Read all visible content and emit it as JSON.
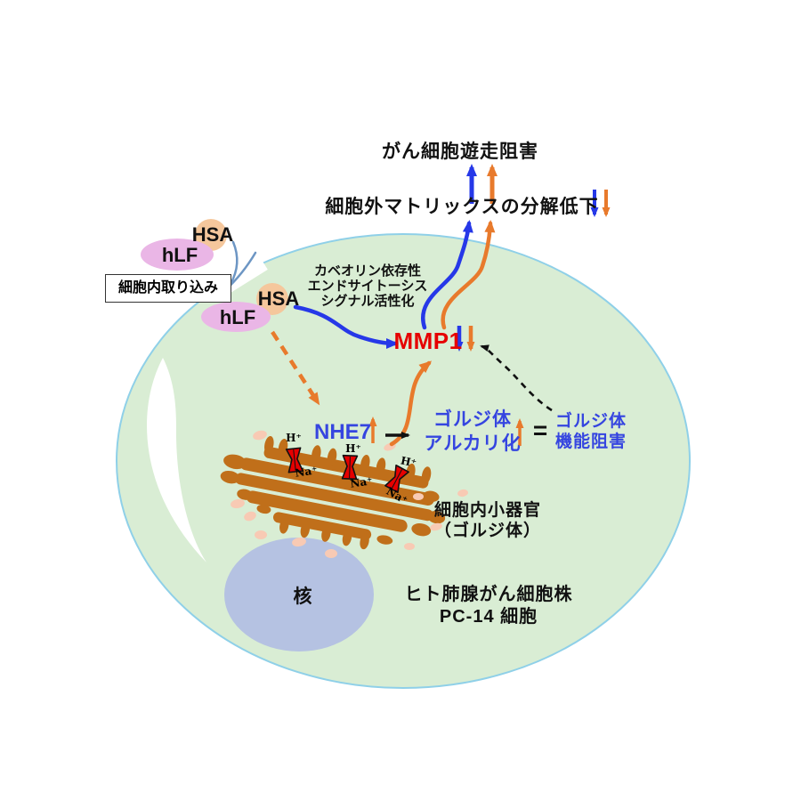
{
  "colors": {
    "blue": "#2638e8",
    "orange": "#e87a2c",
    "red": "#e60000",
    "black": "#111111",
    "text_blue": "#3545e0",
    "cell": "#d9edd4",
    "membrane": "#8fd0e8",
    "nucleus": "#b5c2e2",
    "golgi": "#c06f1a",
    "vesicle": "#f8cab4",
    "hlf": "#eab6e6",
    "hsa": "#f5c79c",
    "box_border": "#333333"
  },
  "labels": {
    "migration": "がん細胞遊走阻害",
    "ecm": "細胞外マトリックスの分解低下",
    "uptake": "細胞内取り込み",
    "hlf": "hLF",
    "hsa": "HSA",
    "caveolin1": "カベオリン依存性",
    "caveolin2": "エンドサイトーシス",
    "caveolin3": "シグナル活性化",
    "mmp1": "MMP1",
    "nhe7": "NHE7",
    "alk1": "ゴルジ体",
    "alk2": "アルカリ化",
    "equals": "=",
    "dys1": "ゴルジ体",
    "dys2": "機能阻害",
    "organelle1": "細胞内小器官",
    "organelle2": "（ゴルジ体）",
    "nucleus": "核",
    "cellline1": "ヒト肺腺がん細胞株",
    "cellline2": "PC-14 細胞",
    "h_ion": "H⁺",
    "na_ion": "Na⁺"
  }
}
